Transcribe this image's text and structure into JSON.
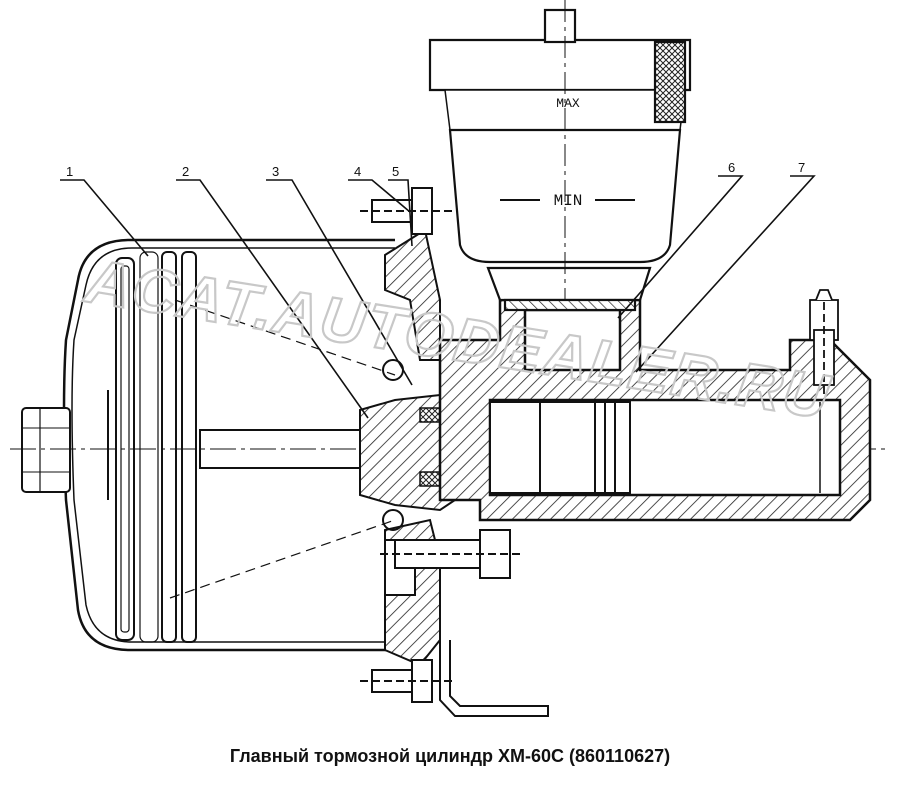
{
  "caption": "Главный тормозной цилиндр ХМ-60С (860110627)",
  "watermark": "ACAT.AUTODEALER.RU",
  "reservoir_labels": {
    "max": "MAX",
    "min": "MIN"
  },
  "callouts": [
    "1",
    "2",
    "3",
    "4",
    "5",
    "6",
    "7"
  ],
  "colors": {
    "line": "#111111",
    "hatch": "#222222",
    "watermark": "#cfcfcf",
    "background": "#ffffff"
  }
}
